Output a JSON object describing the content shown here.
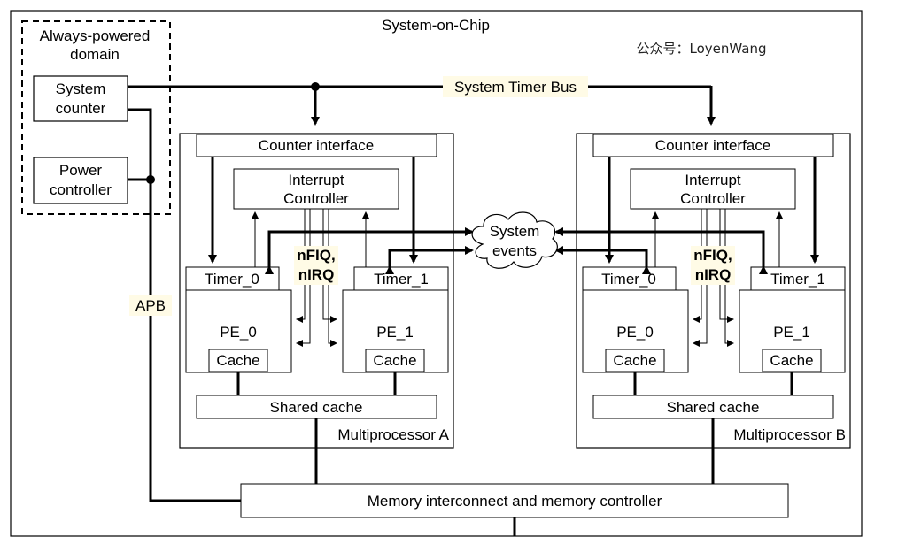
{
  "soc_title": "System-on-Chip",
  "watermark": "公众号：LoyenWang",
  "always_powered": {
    "title_line1": "Always-powered",
    "title_line2": "domain",
    "system_counter_line1": "System",
    "system_counter_line2": "counter",
    "power_controller_line1": "Power",
    "power_controller_line2": "controller"
  },
  "system_timer_bus": "System Timer Bus",
  "apb": "APB",
  "system_events_line1": "System",
  "system_events_line2": "events",
  "multiprocessor_a": {
    "name": "Multiprocessor A",
    "counter_interface": "Counter interface",
    "interrupt_line1": "Interrupt",
    "interrupt_line2": "Controller",
    "irq_line1": "nFIQ,",
    "irq_line2": "nIRQ",
    "timer0": "Timer_0",
    "timer1": "Timer_1",
    "pe0": "PE_0",
    "pe1": "PE_1",
    "cache0": "Cache",
    "cache1": "Cache",
    "shared_cache": "Shared cache"
  },
  "multiprocessor_b": {
    "name": "Multiprocessor B",
    "counter_interface": "Counter interface",
    "interrupt_line1": "Interrupt",
    "interrupt_line2": "Controller",
    "irq_line1": "nFIQ,",
    "irq_line2": "nIRQ",
    "timer0": "Timer_0",
    "timer1": "Timer_1",
    "pe0": "PE_0",
    "pe1": "PE_1",
    "cache0": "Cache",
    "cache1": "Cache",
    "shared_cache": "Shared cache"
  },
  "memory_interconnect": "Memory interconnect and memory controller",
  "colors": {
    "label_highlight": "#fffbe6",
    "line": "#000000"
  }
}
